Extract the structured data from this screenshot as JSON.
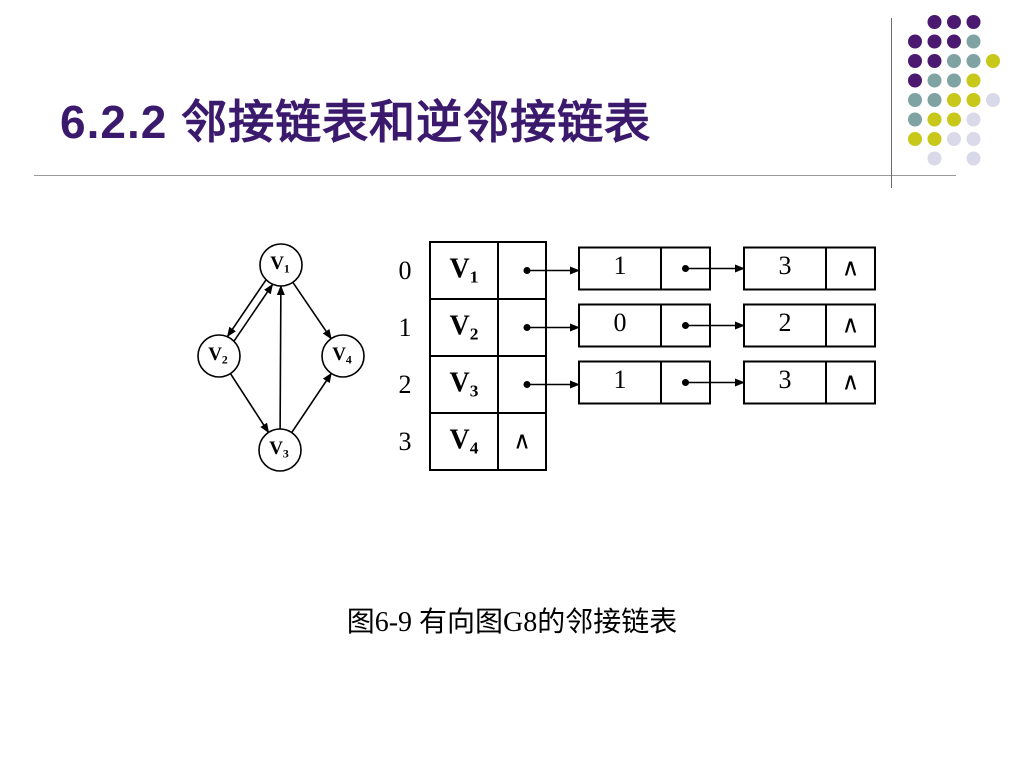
{
  "slide": {
    "title": "6.2.2  邻接链表和逆邻接链表",
    "caption": "图6-9  有向图G8的邻接链表"
  },
  "colors": {
    "title": "#3b1a6e",
    "dot_purple": "#4b1a70",
    "dot_teal": "#7fa2a3",
    "dot_yellow": "#c8c81a",
    "dot_lavender": "#d9d9ea"
  },
  "dot_rows": [
    [
      "",
      "purple",
      "purple",
      "purple",
      ""
    ],
    [
      "purple",
      "purple",
      "purple",
      "teal",
      ""
    ],
    [
      "purple",
      "purple",
      "teal",
      "teal",
      "yellow"
    ],
    [
      "purple",
      "teal",
      "teal",
      "yellow",
      ""
    ],
    [
      "teal",
      "teal",
      "yellow",
      "yellow",
      "lavender"
    ],
    [
      "teal",
      "yellow",
      "yellow",
      "lavender",
      ""
    ],
    [
      "yellow",
      "yellow",
      "lavender",
      "lavender",
      ""
    ],
    [
      "",
      "lavender",
      "",
      "lavender",
      ""
    ]
  ],
  "graph": {
    "vertices": [
      {
        "id": "v1",
        "label": "V",
        "sub": "1"
      },
      {
        "id": "v2",
        "label": "V",
        "sub": "2"
      },
      {
        "id": "v3",
        "label": "V",
        "sub": "3"
      },
      {
        "id": "v4",
        "label": "V",
        "sub": "4"
      }
    ],
    "edges": [
      {
        "from": "v1",
        "to": "v2"
      },
      {
        "from": "v2",
        "to": "v1"
      },
      {
        "from": "v1",
        "to": "v4"
      },
      {
        "from": "v2",
        "to": "v3"
      },
      {
        "from": "v3",
        "to": "v1"
      },
      {
        "from": "v3",
        "to": "v4"
      }
    ]
  },
  "adjacency": {
    "rows": [
      {
        "index": "0",
        "vertex": "V",
        "sub": "1",
        "nodes": [
          "1",
          "3"
        ],
        "terminal": "∧"
      },
      {
        "index": "1",
        "vertex": "V",
        "sub": "2",
        "nodes": [
          "0",
          "2"
        ],
        "terminal": "∧"
      },
      {
        "index": "2",
        "vertex": "V",
        "sub": "3",
        "nodes": [
          "1",
          "3"
        ],
        "terminal": "∧"
      },
      {
        "index": "3",
        "vertex": "V",
        "sub": "4",
        "nodes": [],
        "terminal": "∧"
      }
    ]
  }
}
